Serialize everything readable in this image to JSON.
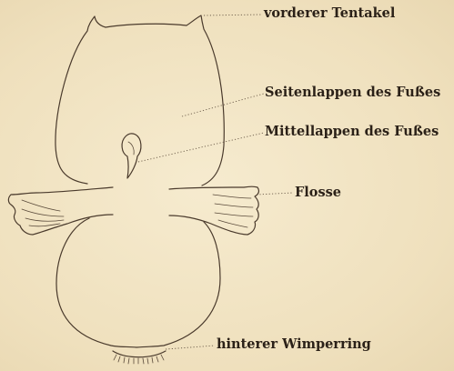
{
  "labels": {
    "anterior_tentacle": "vorderer Tentakel",
    "lateral_foot_lobe": "Seitenlappen des Fußes",
    "median_foot_lobe": "Mittellappen des Fußes",
    "fin": "Flosse",
    "posterior_ciliary_ring": "hinterer Wimperring"
  },
  "colors": {
    "paper": "#f3e6c6",
    "ink": "#4a3a2c",
    "text": "#2b2118"
  }
}
